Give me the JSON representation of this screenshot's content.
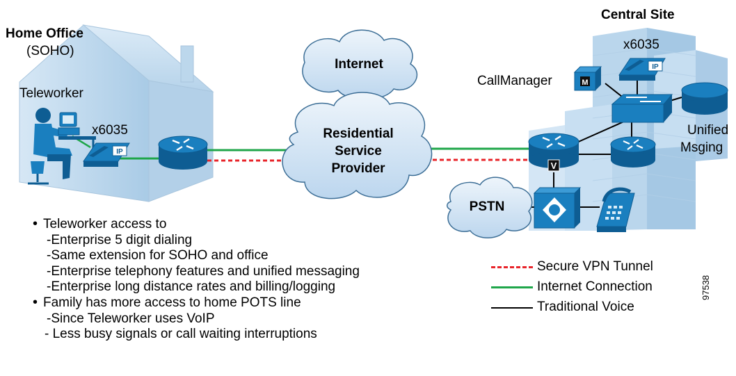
{
  "sites": {
    "home_title": "Home Office",
    "home_subtitle": "(SOHO)",
    "central_title": "Central Site"
  },
  "labels": {
    "teleworker": "Teleworker",
    "home_ext": "x6035",
    "central_ext": "x6035",
    "callmanager": "CallManager",
    "callmanager_badge": "M",
    "unified_line1": "Unified",
    "unified_line2": "Msging",
    "voice_badge": "V",
    "ip_badge": "IP"
  },
  "clouds": {
    "internet": "Internet",
    "provider_line1": "Residential",
    "provider_line2": "Service",
    "provider_line3": "Provider",
    "pstn": "PSTN"
  },
  "bullets": [
    {
      "text": "Teleworker access to",
      "sub": [
        "-Enterprise 5 digit dialing",
        "-Same extension for SOHO and office",
        "-Enterprise telephony features and unified messaging",
        "-Enterprise long distance rates and billing/logging"
      ]
    },
    {
      "text": "Family has more access to home POTS line",
      "sub": [
        "-Since Teleworker uses VoIP",
        "- Less busy signals or call waiting interruptions"
      ]
    }
  ],
  "legend": [
    {
      "label": "Secure VPN Tunnel",
      "style": "dashed",
      "color": "#e8242a"
    },
    {
      "label": "Internet Connection",
      "style": "solid",
      "color": "#1fa64a"
    },
    {
      "label": "Traditional Voice",
      "style": "solid",
      "color": "#000000"
    }
  ],
  "figure_id": "97538",
  "colors": {
    "building": "#c4dcef",
    "building_dark": "#9fc3e0",
    "device": "#1a7fbf",
    "device_dark": "#0e5d93",
    "cloud_fill": "#cfe2f3",
    "vpn": "#e8242a",
    "internet": "#1fa64a",
    "voice": "#000000"
  }
}
